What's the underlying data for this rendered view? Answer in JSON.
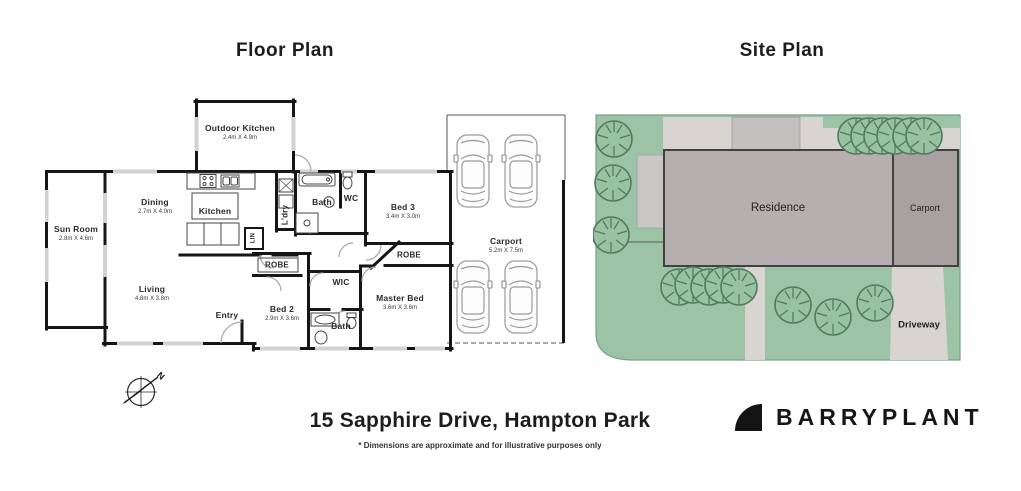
{
  "titles": {
    "floor_plan": "Floor Plan",
    "site_plan": "Site Plan"
  },
  "floor_plan": {
    "rooms": {
      "sun_room": {
        "name": "Sun Room",
        "dims": "2.8m X 4.6m"
      },
      "dining": {
        "name": "Dining",
        "dims": "2.7m X 4.0m"
      },
      "kitchen": {
        "name": "Kitchen",
        "dims": ""
      },
      "living": {
        "name": "Living",
        "dims": "4.8m X 3.8m"
      },
      "outdoor_kitchen": {
        "name": "Outdoor Kitchen",
        "dims": "2.4m X 4.9m"
      },
      "bath_main": {
        "name": "Bath",
        "dims": ""
      },
      "wc": {
        "name": "WC",
        "dims": ""
      },
      "bed3": {
        "name": "Bed 3",
        "dims": "3.4m X 3.0m"
      },
      "bed2": {
        "name": "Bed 2",
        "dims": "2.9m X 3.6m"
      },
      "wic": {
        "name": "WIC",
        "dims": ""
      },
      "bath_ensuite": {
        "name": "Bath",
        "dims": ""
      },
      "master_bed": {
        "name": "Master Bed",
        "dims": "3.6m X 3.6m"
      },
      "carport": {
        "name": "Carport",
        "dims": "5.2m X 7.5m"
      },
      "entry": {
        "name": "Entry",
        "dims": ""
      },
      "laundry": {
        "name": "L'dry",
        "dims": ""
      },
      "linen": {
        "name": "LIN",
        "dims": ""
      },
      "robe_bed2": {
        "name": "ROBE",
        "dims": ""
      },
      "robe_master": {
        "name": "ROBE",
        "dims": ""
      }
    }
  },
  "site_plan": {
    "residence": "Residence",
    "carport": "Carport",
    "driveway": "Driveway"
  },
  "compass": {
    "north": "N"
  },
  "footer": {
    "address": "15 Sapphire Drive, Hampton Park",
    "disclaimer": "* Dimensions are approximate and for illustrative purposes only",
    "brand": "BARRYPLANT"
  },
  "colors": {
    "wall": "#161616",
    "window": "#d2d2d2",
    "lawn": "#9dc3a6",
    "paving": "#d8d5d0",
    "residence": "#b7afaf",
    "carport_site": "#a9a1a1"
  }
}
